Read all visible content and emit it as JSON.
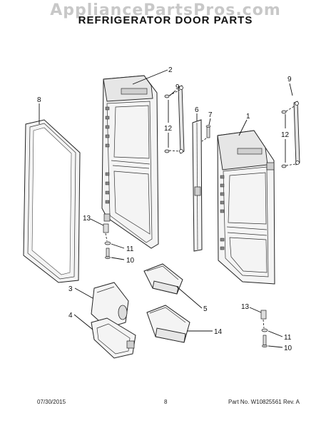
{
  "header": {
    "watermark": "AppliancePartsPros.com",
    "title": "REFRIGERATOR DOOR PARTS"
  },
  "callouts": {
    "c1": "1",
    "c2": "2",
    "c3": "3",
    "c4": "4",
    "c5": "5",
    "c6": "6",
    "c7": "7",
    "c8": "8",
    "c9a": "9",
    "c9b": "9",
    "c10a": "10",
    "c10b": "10",
    "c11a": "11",
    "c11b": "11",
    "c12a": "12",
    "c12b": "12",
    "c13a": "13",
    "c13b": "13",
    "c14": "14"
  },
  "footer": {
    "date": "07/30/2015",
    "page": "8",
    "part_label": "Part No.",
    "part_no": "W10825561",
    "rev_label": "Rev.",
    "rev": "A"
  }
}
